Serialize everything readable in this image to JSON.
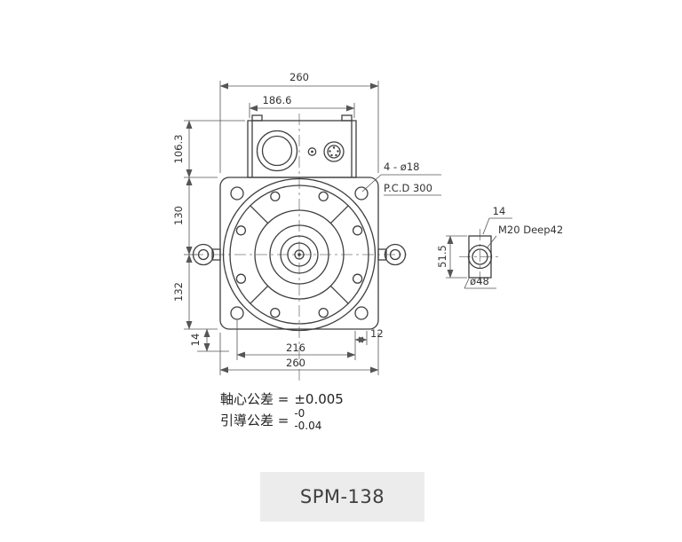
{
  "drawing": {
    "front_view": {
      "top_width": "260",
      "box_width": "186.6",
      "box_height": "106.3",
      "upper_height": "130",
      "lower_height": "132",
      "foot_height": "14",
      "bottom_inner_width": "216",
      "bottom_width": "260",
      "edge_offset": "12",
      "holes_label": "4 - ø18",
      "pcd_label": "P.C.D 300"
    },
    "shaft_view": {
      "key_width": "14",
      "tap_label": "M20 Deep42",
      "height": "51.5",
      "dia_label": "ø48"
    },
    "notes": {
      "axis_label": "軸心公差 =",
      "axis_value": "±0.005",
      "guide_label": "引導公差 =",
      "guide_top": "-0",
      "guide_bottom": "-0.04"
    },
    "model_badge": "SPM-138",
    "colors": {
      "line": "#3f3f3f",
      "badge_bg": "#ececec",
      "text": "#333333"
    }
  }
}
